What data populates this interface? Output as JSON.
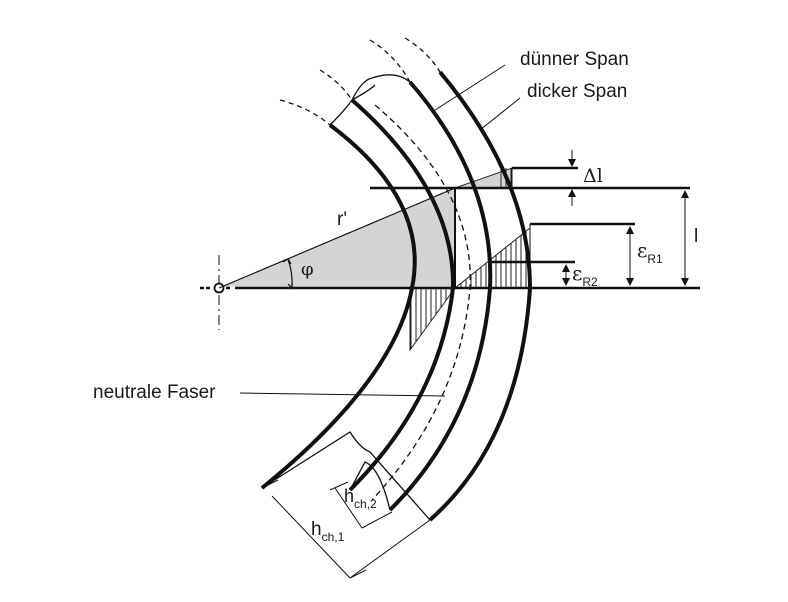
{
  "labels": {
    "thin_chip": "dünner Span",
    "thick_chip": "dicker Span",
    "neutral_fiber": "neutrale Faser",
    "radius": "r'",
    "angle": "φ",
    "delta_l": "Δl",
    "length": "l",
    "eps_r1_main": "ε",
    "eps_r1_sub": "R1",
    "eps_r2_main": "ε",
    "eps_r2_sub": "R2",
    "h_ch1_main": "h",
    "h_ch1_sub": "ch,1",
    "h_ch2_main": "h",
    "h_ch2_sub": "ch,2"
  },
  "colors": {
    "line": "#111111",
    "fill_gray": "#d4d4d4",
    "hatch": "#222222"
  }
}
